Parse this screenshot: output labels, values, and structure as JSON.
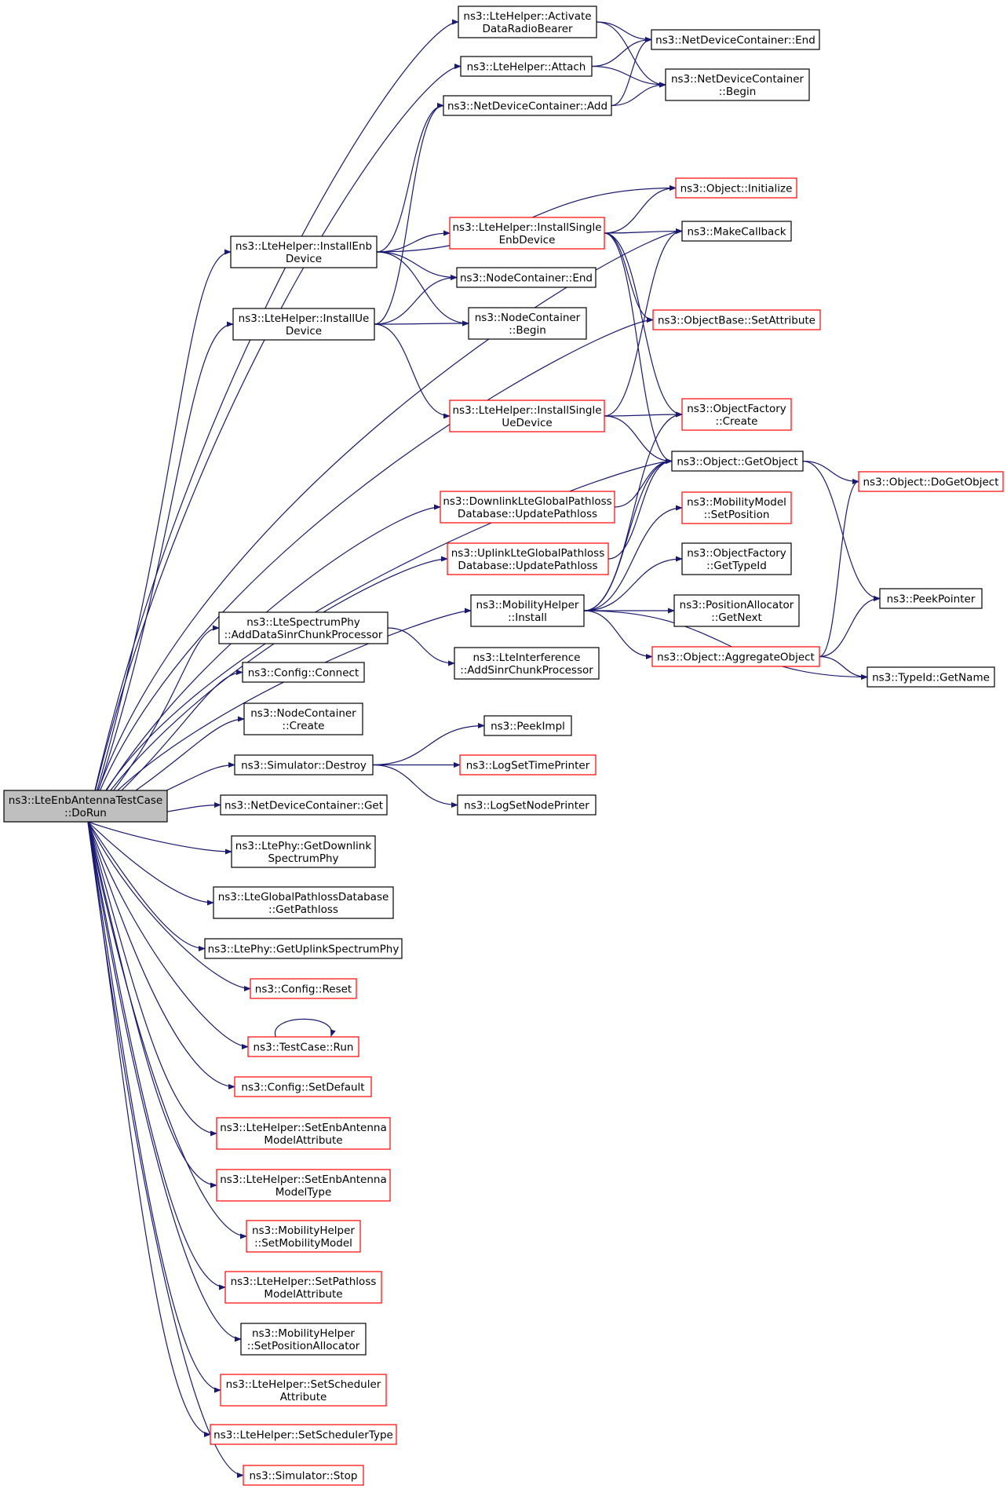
{
  "colors": {
    "edge": "#191970",
    "border_normal": "#000000",
    "border_truncated": "#ff0000",
    "root_fill": "#bfbfbf",
    "node_fill": "#ffffff"
  },
  "nodes": [
    {
      "id": "root",
      "lines": [
        "ns3::LteEnbAntennaTestCase",
        "::DoRun"
      ],
      "style": "root"
    },
    {
      "id": "activate",
      "lines": [
        "ns3::LteHelper::Activate",
        "DataRadioBearer"
      ],
      "style": "normal"
    },
    {
      "id": "ndc_end",
      "lines": [
        "ns3::NetDeviceContainer::End"
      ],
      "style": "normal"
    },
    {
      "id": "attach",
      "lines": [
        "ns3::LteHelper::Attach"
      ],
      "style": "normal"
    },
    {
      "id": "ndc_begin",
      "lines": [
        "ns3::NetDeviceContainer",
        "::Begin"
      ],
      "style": "normal"
    },
    {
      "id": "ndc_add",
      "lines": [
        "ns3::NetDeviceContainer::Add"
      ],
      "style": "normal"
    },
    {
      "id": "obj_init",
      "lines": [
        "ns3::Object::Initialize"
      ],
      "style": "truncated"
    },
    {
      "id": "lh_single_enb",
      "lines": [
        "ns3::LteHelper::InstallSingle",
        "EnbDevice"
      ],
      "style": "truncated"
    },
    {
      "id": "make_cb",
      "lines": [
        "ns3::MakeCallback"
      ],
      "style": "normal"
    },
    {
      "id": "lh_inst_enb",
      "lines": [
        "ns3::LteHelper::InstallEnb",
        "Device"
      ],
      "style": "normal"
    },
    {
      "id": "nc_end",
      "lines": [
        "ns3::NodeContainer::End"
      ],
      "style": "normal"
    },
    {
      "id": "lh_inst_ue",
      "lines": [
        "ns3::LteHelper::InstallUe",
        "Device"
      ],
      "style": "normal"
    },
    {
      "id": "nc_begin",
      "lines": [
        "ns3::NodeContainer",
        "::Begin"
      ],
      "style": "normal"
    },
    {
      "id": "objbase_setattr",
      "lines": [
        "ns3::ObjectBase::SetAttribute"
      ],
      "style": "truncated"
    },
    {
      "id": "lh_single_ue",
      "lines": [
        "ns3::LteHelper::InstallSingle",
        "UeDevice"
      ],
      "style": "truncated"
    },
    {
      "id": "of_create",
      "lines": [
        "ns3::ObjectFactory",
        "::Create"
      ],
      "style": "truncated"
    },
    {
      "id": "obj_getobject",
      "lines": [
        "ns3::Object::GetObject"
      ],
      "style": "normal"
    },
    {
      "id": "obj_dogetobject",
      "lines": [
        "ns3::Object::DoGetObject"
      ],
      "style": "truncated"
    },
    {
      "id": "dl_update",
      "lines": [
        "ns3::DownlinkLteGlobalPathloss",
        "Database::UpdatePathloss"
      ],
      "style": "truncated"
    },
    {
      "id": "mm_setpos",
      "lines": [
        "ns3::MobilityModel",
        "::SetPosition"
      ],
      "style": "truncated"
    },
    {
      "id": "ul_update",
      "lines": [
        "ns3::UplinkLteGlobalPathloss",
        "Database::UpdatePathloss"
      ],
      "style": "truncated"
    },
    {
      "id": "of_gettypeid",
      "lines": [
        "ns3::ObjectFactory",
        "::GetTypeId"
      ],
      "style": "normal"
    },
    {
      "id": "mh_install",
      "lines": [
        "ns3::MobilityHelper",
        "::Install"
      ],
      "style": "normal"
    },
    {
      "id": "pa_getnext",
      "lines": [
        "ns3::PositionAllocator",
        "::GetNext"
      ],
      "style": "normal"
    },
    {
      "id": "peekpointer",
      "lines": [
        "ns3::PeekPointer"
      ],
      "style": "normal"
    },
    {
      "id": "lsp_adddata",
      "lines": [
        "ns3::LteSpectrumPhy",
        "::AddDataSinrChunkProcessor"
      ],
      "style": "normal"
    },
    {
      "id": "li_addsinr",
      "lines": [
        "ns3::LteInterference",
        "::AddSinrChunkProcessor"
      ],
      "style": "normal"
    },
    {
      "id": "obj_aggregate",
      "lines": [
        "ns3::Object::AggregateObject"
      ],
      "style": "truncated"
    },
    {
      "id": "typeid_getname",
      "lines": [
        "ns3::TypeId::GetName"
      ],
      "style": "normal"
    },
    {
      "id": "config_connect",
      "lines": [
        "ns3::Config::Connect"
      ],
      "style": "normal"
    },
    {
      "id": "nc_create",
      "lines": [
        "ns3::NodeContainer",
        "::Create"
      ],
      "style": "normal"
    },
    {
      "id": "peekimpl",
      "lines": [
        "ns3::PeekImpl"
      ],
      "style": "normal"
    },
    {
      "id": "sim_destroy",
      "lines": [
        "ns3::Simulator::Destroy"
      ],
      "style": "normal"
    },
    {
      "id": "log_time",
      "lines": [
        "ns3::LogSetTimePrinter"
      ],
      "style": "truncated"
    },
    {
      "id": "log_node",
      "lines": [
        "ns3::LogSetNodePrinter"
      ],
      "style": "normal"
    },
    {
      "id": "ndc_get",
      "lines": [
        "ns3::NetDeviceContainer::Get"
      ],
      "style": "normal"
    },
    {
      "id": "lp_getdl",
      "lines": [
        "ns3::LtePhy::GetDownlink",
        "SpectrumPhy"
      ],
      "style": "normal"
    },
    {
      "id": "lgpd_get",
      "lines": [
        "ns3::LteGlobalPathlossDatabase",
        "::GetPathloss"
      ],
      "style": "normal"
    },
    {
      "id": "lp_getul",
      "lines": [
        "ns3::LtePhy::GetUplinkSpectrumPhy"
      ],
      "style": "normal"
    },
    {
      "id": "config_reset",
      "lines": [
        "ns3::Config::Reset"
      ],
      "style": "truncated"
    },
    {
      "id": "tc_run",
      "lines": [
        "ns3::TestCase::Run"
      ],
      "style": "truncated"
    },
    {
      "id": "config_setdefault",
      "lines": [
        "ns3::Config::SetDefault"
      ],
      "style": "truncated"
    },
    {
      "id": "lh_setenbattr",
      "lines": [
        "ns3::LteHelper::SetEnbAntenna",
        "ModelAttribute"
      ],
      "style": "truncated"
    },
    {
      "id": "lh_setenbtype",
      "lines": [
        "ns3::LteHelper::SetEnbAntenna",
        "ModelType"
      ],
      "style": "truncated"
    },
    {
      "id": "mh_setmobility",
      "lines": [
        "ns3::MobilityHelper",
        "::SetMobilityModel"
      ],
      "style": "truncated"
    },
    {
      "id": "lh_setpathloss",
      "lines": [
        "ns3::LteHelper::SetPathloss",
        "ModelAttribute"
      ],
      "style": "truncated"
    },
    {
      "id": "mh_setposalloc",
      "lines": [
        "ns3::MobilityHelper",
        "::SetPositionAllocator"
      ],
      "style": "normal"
    },
    {
      "id": "lh_setschedattr",
      "lines": [
        "ns3::LteHelper::SetScheduler",
        "Attribute"
      ],
      "style": "truncated"
    },
    {
      "id": "lh_setschedtype",
      "lines": [
        "ns3::LteHelper::SetSchedulerType"
      ],
      "style": "truncated"
    },
    {
      "id": "sim_stop",
      "lines": [
        "ns3::Simulator::Stop"
      ],
      "style": "truncated"
    }
  ],
  "edges": [
    [
      "root",
      "activate"
    ],
    [
      "root",
      "attach"
    ],
    [
      "root",
      "make_cb"
    ],
    [
      "root",
      "lh_inst_enb"
    ],
    [
      "root",
      "lh_inst_ue"
    ],
    [
      "root",
      "objbase_setattr"
    ],
    [
      "root",
      "obj_getobject"
    ],
    [
      "root",
      "dl_update"
    ],
    [
      "root",
      "ul_update"
    ],
    [
      "root",
      "mh_install"
    ],
    [
      "root",
      "lsp_adddata"
    ],
    [
      "root",
      "config_connect"
    ],
    [
      "root",
      "nc_create"
    ],
    [
      "root",
      "sim_destroy"
    ],
    [
      "root",
      "ndc_get"
    ],
    [
      "root",
      "lp_getdl"
    ],
    [
      "root",
      "lgpd_get"
    ],
    [
      "root",
      "lp_getul"
    ],
    [
      "root",
      "config_reset"
    ],
    [
      "root",
      "tc_run"
    ],
    [
      "root",
      "config_setdefault"
    ],
    [
      "root",
      "lh_setenbattr"
    ],
    [
      "root",
      "lh_setenbtype"
    ],
    [
      "root",
      "mh_setmobility"
    ],
    [
      "root",
      "lh_setpathloss"
    ],
    [
      "root",
      "mh_setposalloc"
    ],
    [
      "root",
      "lh_setschedattr"
    ],
    [
      "root",
      "lh_setschedtype"
    ],
    [
      "root",
      "sim_stop"
    ],
    [
      "activate",
      "ndc_end"
    ],
    [
      "activate",
      "ndc_begin"
    ],
    [
      "attach",
      "ndc_end"
    ],
    [
      "attach",
      "ndc_begin"
    ],
    [
      "ndc_add",
      "ndc_end"
    ],
    [
      "ndc_add",
      "ndc_begin"
    ],
    [
      "lh_inst_enb",
      "ndc_add"
    ],
    [
      "lh_inst_enb",
      "obj_init"
    ],
    [
      "lh_inst_enb",
      "lh_single_enb"
    ],
    [
      "lh_inst_enb",
      "nc_end"
    ],
    [
      "lh_inst_enb",
      "nc_begin"
    ],
    [
      "lh_single_enb",
      "obj_init"
    ],
    [
      "lh_single_enb",
      "make_cb"
    ],
    [
      "lh_single_enb",
      "objbase_setattr"
    ],
    [
      "lh_single_enb",
      "of_create"
    ],
    [
      "lh_single_enb",
      "obj_getobject"
    ],
    [
      "lh_inst_ue",
      "ndc_add"
    ],
    [
      "lh_inst_ue",
      "nc_end"
    ],
    [
      "lh_inst_ue",
      "nc_begin"
    ],
    [
      "lh_inst_ue",
      "lh_single_ue"
    ],
    [
      "lh_single_ue",
      "make_cb"
    ],
    [
      "lh_single_ue",
      "of_create"
    ],
    [
      "lh_single_ue",
      "obj_getobject"
    ],
    [
      "obj_getobject",
      "obj_dogetobject"
    ],
    [
      "obj_getobject",
      "peekpointer"
    ],
    [
      "dl_update",
      "obj_getobject"
    ],
    [
      "ul_update",
      "obj_getobject"
    ],
    [
      "mh_install",
      "of_create"
    ],
    [
      "mh_install",
      "obj_getobject"
    ],
    [
      "mh_install",
      "mm_setpos"
    ],
    [
      "mh_install",
      "of_gettypeid"
    ],
    [
      "mh_install",
      "pa_getnext"
    ],
    [
      "mh_install",
      "obj_aggregate"
    ],
    [
      "mh_install",
      "typeid_getname"
    ],
    [
      "obj_aggregate",
      "obj_dogetobject"
    ],
    [
      "obj_aggregate",
      "peekpointer"
    ],
    [
      "obj_aggregate",
      "typeid_getname"
    ],
    [
      "lsp_adddata",
      "li_addsinr"
    ],
    [
      "sim_destroy",
      "peekimpl"
    ],
    [
      "sim_destroy",
      "log_time"
    ],
    [
      "sim_destroy",
      "log_node"
    ],
    [
      "tc_run",
      "tc_run"
    ]
  ]
}
